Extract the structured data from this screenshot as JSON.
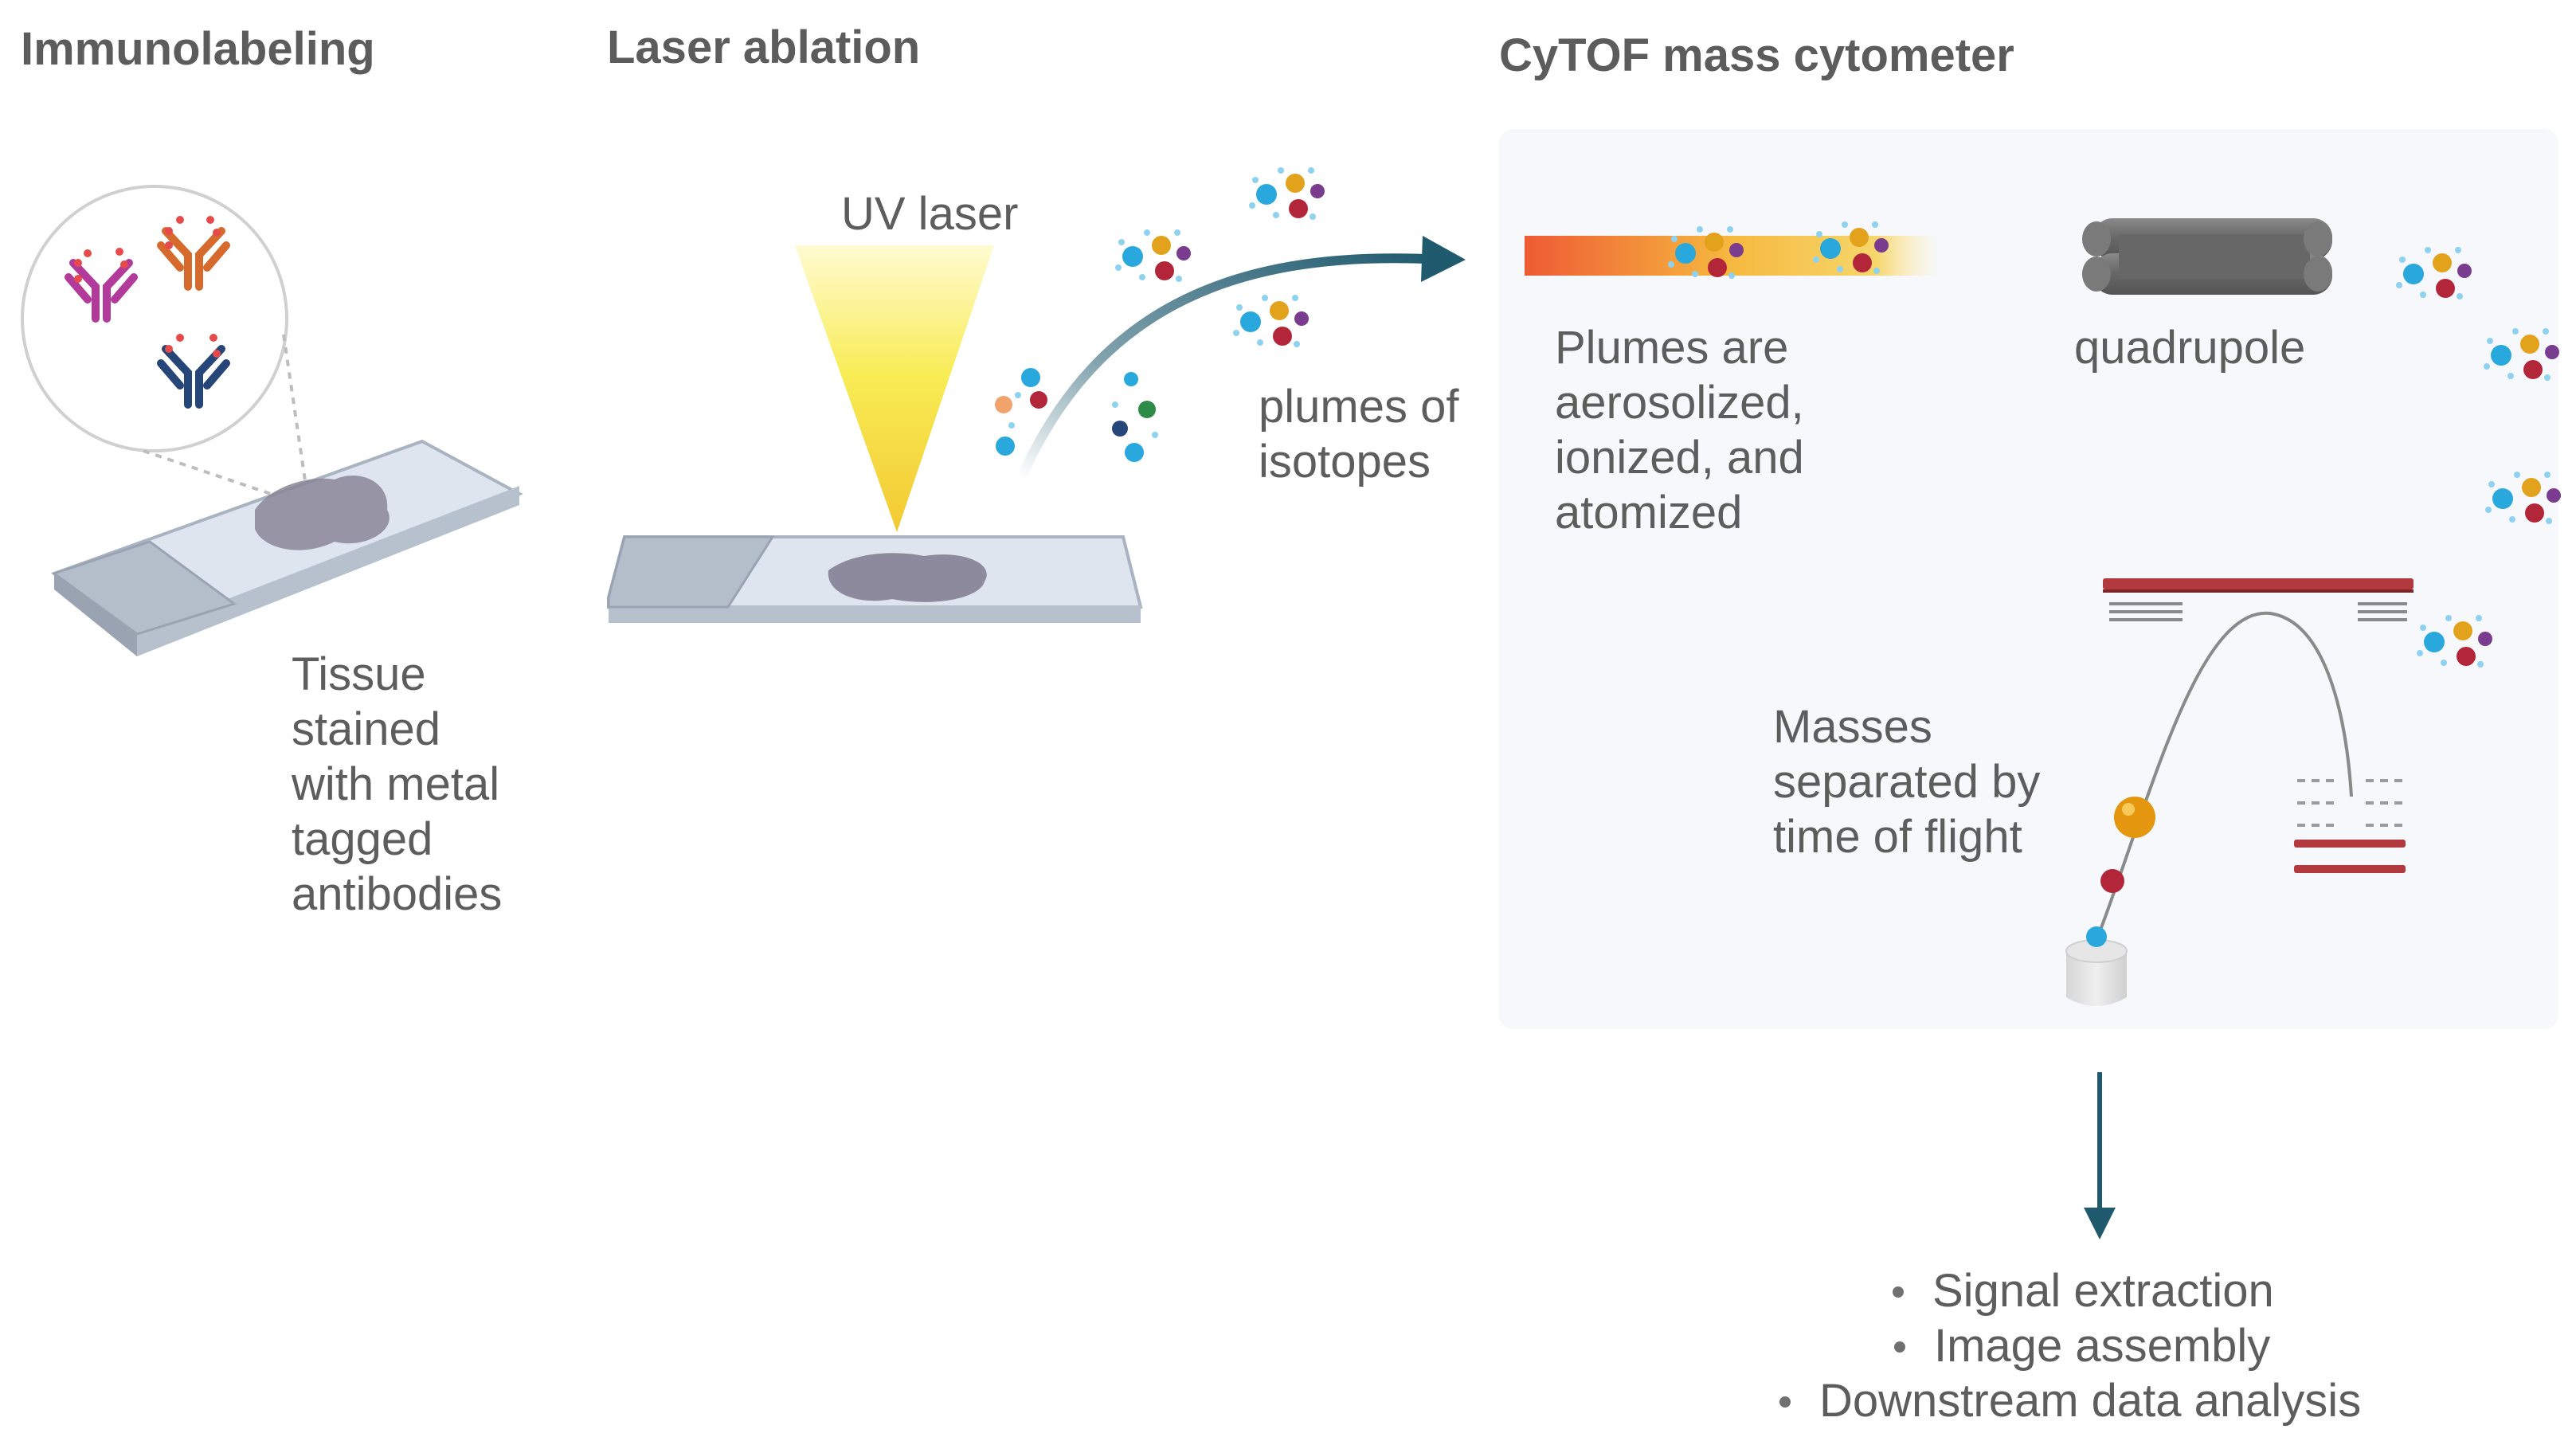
{
  "headings": {
    "immunolabeling": "Immunolabeling",
    "laser_ablation": "Laser ablation",
    "cytof": "CyTOF mass cytometer"
  },
  "labels": {
    "tissue": [
      "Tissue",
      "stained",
      "with metal",
      "tagged",
      "antibodies"
    ],
    "uv_laser": "UV laser",
    "plumes_of_isotopes": [
      "plumes of",
      "isotopes"
    ],
    "plumes_process": [
      "Plumes are",
      "aerosolized,",
      "ionized, and",
      "atomized"
    ],
    "quadrupole": "quadrupole",
    "masses": [
      "Masses",
      "separated by",
      "time of flight"
    ]
  },
  "outputs": [
    "Signal extraction",
    "Image assembly",
    "Downstream data analysis"
  ],
  "colors": {
    "panel_bg": "#f7f8fb",
    "arrow": "#1f5a6e",
    "laser": "#f8e33a",
    "tof_plate": "#b23a3e",
    "quadrupole": "#6b6b6b",
    "isotope_blue": "#29a8de",
    "isotope_red": "#b3263a",
    "isotope_orange": "#e3a21c",
    "isotope_purple": "#7a3c8e",
    "isotope_green": "#2e8b47"
  }
}
